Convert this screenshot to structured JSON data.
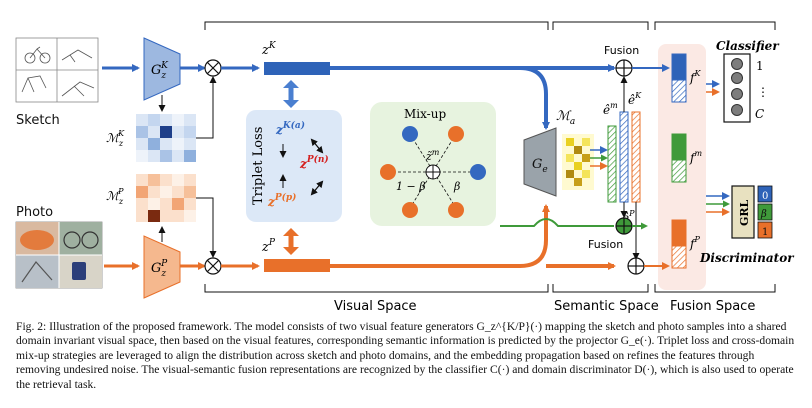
{
  "labels": {
    "sketch": "Sketch",
    "photo": "Photo",
    "gzk_base": "G",
    "gzk_sub": "z",
    "gzk_sup": "K",
    "gzp_base": "G",
    "gzp_sub": "z",
    "gzp_sup": "P",
    "mk_base": "ℳ",
    "mk_sub": "z",
    "mk_sup": "K",
    "mp_base": "ℳ",
    "mp_sub": "z",
    "mp_sup": "P",
    "zk_base": "z",
    "zk_sup": "K",
    "zp_base": "z",
    "zp_sup": "P",
    "triplet_loss": "Triplet Loss",
    "za_base": "z",
    "za_sup": "K(a)",
    "zn_base": "z",
    "zn_sup": "P(n)",
    "zpp_base": "z",
    "zpp_sup": "P(p)",
    "mixup": "Mix-up",
    "zm_base": "z̃",
    "zm_sup": "m",
    "one_minus_beta": "1 − β",
    "beta": "β",
    "ge_base": "G",
    "ge_sub": "e",
    "ma_base": "ℳ",
    "ma_sub": "a",
    "em_base": "ê",
    "em_sup": "m",
    "ek_base": "ê",
    "ek_sup": "K",
    "ep_base": "ê",
    "ep_sup": "P",
    "fusion": "Fusion",
    "fk_base": "f",
    "fk_sup": "K",
    "fm_base": "f",
    "fm_sup": "m",
    "fp_base": "f",
    "fp_sup": "P",
    "classifier": "Classifier",
    "one": "1",
    "vdots": "⋮",
    "c": "C",
    "grl": "GRL",
    "d0": "0",
    "dbeta": "β",
    "d1": "1",
    "discriminator": "Discriminator",
    "visual_space": "Visual Space",
    "semantic_space": "Semantic Space",
    "fusion_space": "Fusion Space"
  },
  "caption": "Fig. 2: Illustration of the proposed framework. The model consists of two visual feature generators G_z^{K/P}(·) mapping the sketch and photo samples into a shared domain invariant visual space, then based on the visual features, corresponding semantic information is predicted by the projector G_e(·). Triplet loss and cross-domain mix-up strategies are leveraged to align the distribution across sketch and photo domains, and the embedding propagation based on refines the features through removing undesired noise. The visual-semantic fusion representations are recognized by the classifier C(·) and domain discriminator D(·), which is also used to operate the retrieval task.",
  "colors": {
    "sketch_blue": "#3468c0",
    "photo_orange": "#e8702a",
    "semantic_green": "#3f9a3a",
    "triplet_bg": "#dce8f7",
    "mixup_bg": "#e7f3df",
    "fusion_bg": "#fbe9e4",
    "trapezoid_blue": "#9db8e0",
    "trapezoid_orange": "#f5b88e",
    "red_text": "#d42020"
  },
  "icons": [
    "multiply-circle-icon",
    "plus-circle-icon",
    "double-arrow-icon",
    "neuron-node-icon"
  ]
}
